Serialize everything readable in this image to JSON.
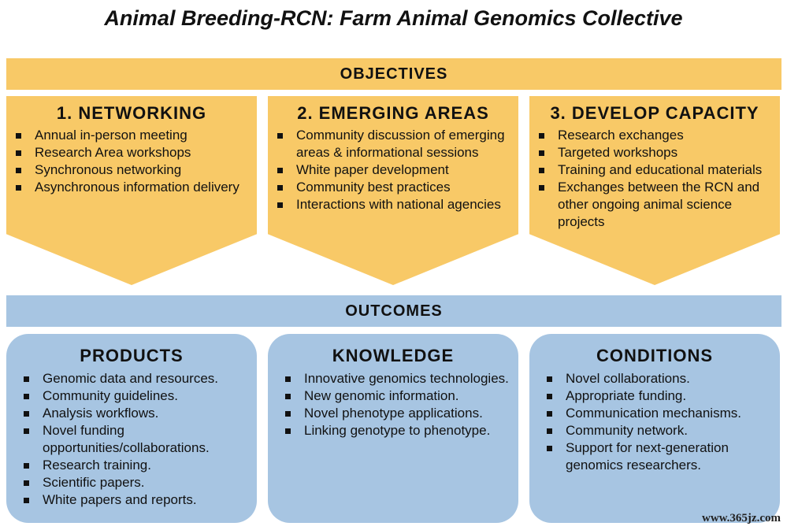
{
  "title": "Animal Breeding-RCN: Farm Animal Genomics Collective",
  "objectives_header": "OBJECTIVES",
  "outcomes_header": "OUTCOMES",
  "objectives": [
    {
      "heading": "1. NETWORKING",
      "items": [
        "Annual in-person meeting",
        "Research Area workshops",
        "Synchronous networking",
        "Asynchronous information delivery"
      ]
    },
    {
      "heading": "2. EMERGING AREAS",
      "items": [
        "Community discussion of emerging areas & informational sessions",
        "White paper development",
        "Community best practices",
        "Interactions with national agencies"
      ]
    },
    {
      "heading": "3. DEVELOP CAPACITY",
      "items": [
        "Research exchanges",
        "Targeted workshops",
        "Training and educational materials",
        "Exchanges between the RCN and other ongoing animal science projects"
      ]
    }
  ],
  "outcomes": [
    {
      "heading": "PRODUCTS",
      "items": [
        "Genomic data and resources.",
        "Community guidelines.",
        "Analysis workflows.",
        "Novel funding opportunities/collaborations.",
        "Research training.",
        "Scientific papers.",
        "White papers and reports."
      ]
    },
    {
      "heading": "KNOWLEDGE",
      "items": [
        "Innovative genomics technologies.",
        "New genomic information.",
        "Novel phenotype applications.",
        "Linking genotype to phenotype."
      ]
    },
    {
      "heading": "CONDITIONS",
      "items": [
        "Novel collaborations.",
        "Appropriate funding.",
        "Communication mechanisms.",
        "Community network.",
        "Support for next-generation genomics researchers."
      ]
    }
  ],
  "watermark": "www.365jz.com",
  "colors": {
    "objective_fill": "#f8c967",
    "outcome_fill": "#a7c5e2"
  }
}
